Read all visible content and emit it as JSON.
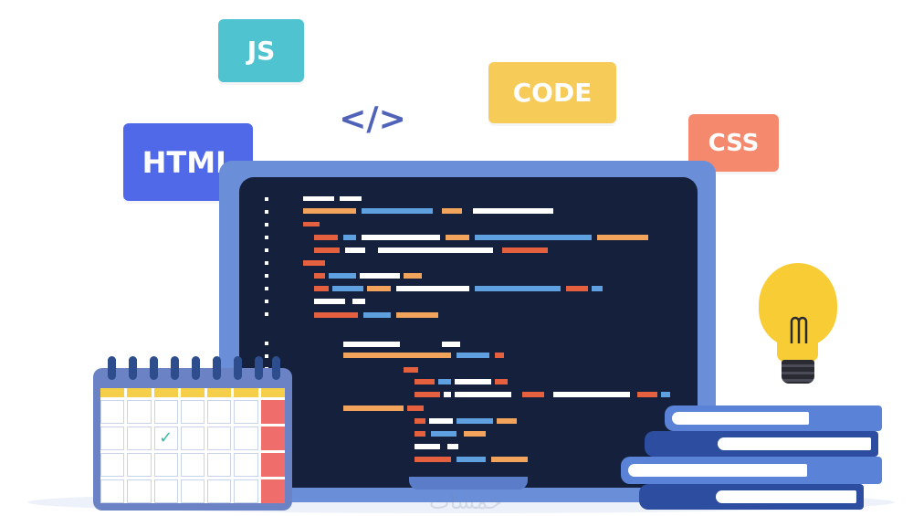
{
  "tags": {
    "js": "JS",
    "code": "CODE",
    "css": "CSS",
    "html": "HTML",
    "code_symbol": "</>"
  },
  "watermark": "خمسات",
  "calendar": {
    "check_mark": "✓"
  },
  "colors": {
    "screen": "#14203c",
    "laptop": "#6a8fd8",
    "code_white": "#ffffff",
    "code_blue": "#5fa0e0",
    "code_orange": "#f2a35c",
    "code_red": "#e4603f",
    "bulb": "#f8cc35",
    "book_dark": "#2c4da0",
    "book_light": "#5a83d8"
  },
  "icons": [
    "js-tag",
    "code-tag",
    "css-tag",
    "html-tag",
    "code-brackets-icon",
    "laptop-icon",
    "calendar-icon",
    "light-bulb-icon",
    "books-stack-icon"
  ]
}
